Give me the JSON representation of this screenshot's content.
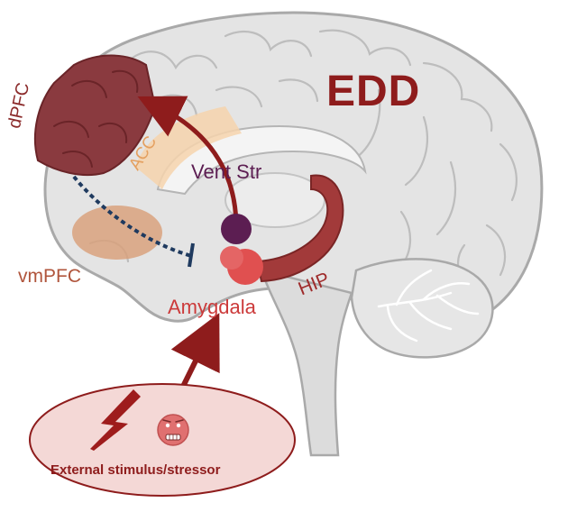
{
  "title": "EDD",
  "regions": {
    "dpfc": "dPFC",
    "acc": "ACC",
    "vent_str": "Vent Str",
    "vmpfc": "vmPFC",
    "hip": "HIP",
    "amygdala": "Amygdala"
  },
  "stimulus": {
    "label": "External stimulus/stressor",
    "icons": [
      "lightning-bolt-icon",
      "anxious-face-icon"
    ]
  },
  "colors": {
    "brain_fill": "#e4e4e4",
    "brain_outline": "#a9a9a9",
    "dpfc": "#8a3a3f",
    "acc": "#f6d3ad",
    "vent_str": "#5c1e52",
    "vmpfc": "#d9a07a",
    "hip": "#a23a3a",
    "amygdala": "#e05050",
    "arrow": "#8e1c1c",
    "inhibition": "#1f3a5f",
    "stimulus_fill": "#f4d8d6"
  }
}
